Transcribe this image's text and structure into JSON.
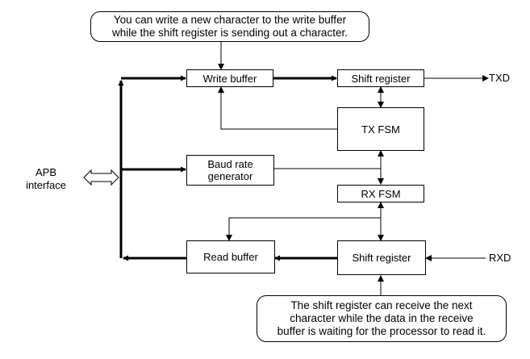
{
  "callouts": {
    "top": [
      "You can write a new character to the write buffer",
      "while the shift register is sending out a character."
    ],
    "bottom": [
      "The shift register can receive the next",
      "character while the data in the receive",
      "buffer is waiting for the processor to read it."
    ]
  },
  "blocks": {
    "write_buffer": "Write buffer",
    "tx_shift_register": "Shift register",
    "tx_fsm": "TX FSM",
    "baud_rate_generator": [
      "Baud rate",
      "generator"
    ],
    "rx_fsm": "RX FSM",
    "read_buffer": "Read buffer",
    "rx_shift_register": "Shift register"
  },
  "labels": {
    "apb_interface": [
      "APB",
      "interface"
    ],
    "txd": "TXD",
    "rxd": "RXD"
  }
}
